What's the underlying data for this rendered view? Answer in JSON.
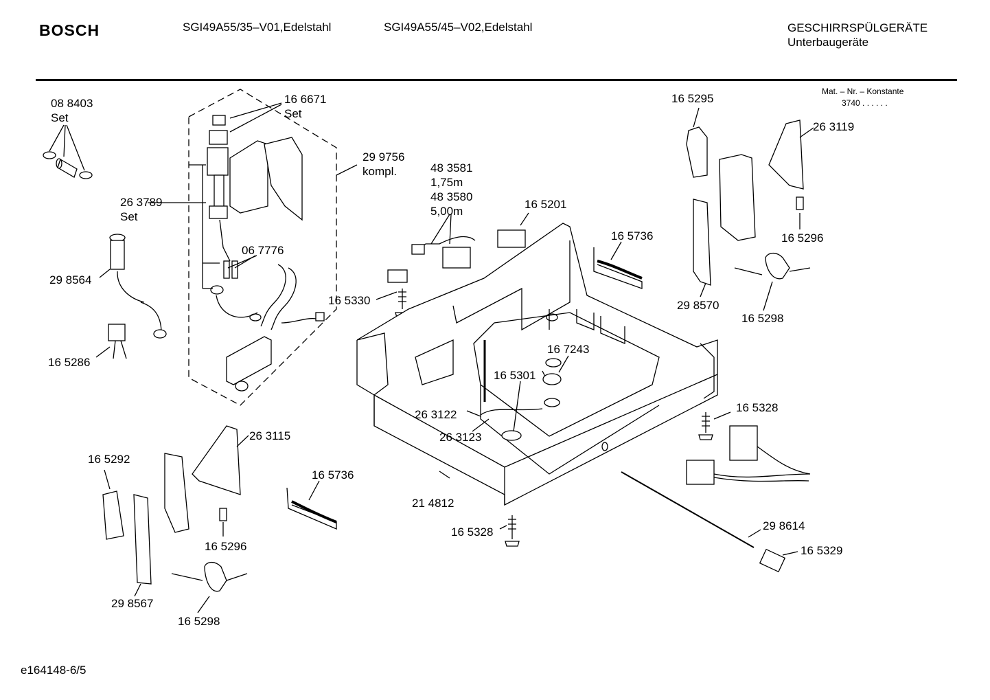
{
  "header": {
    "brand": "BOSCH",
    "model_1": "SGI49A55/35–V01,Edelstahl",
    "model_2": "SGI49A55/45–V02,Edelstahl",
    "category": "GESCHIRRSPÜLGERÄTE",
    "subcategory": "Unterbaugeräte",
    "mat_nr_label": "Mat. – Nr. – Konstante",
    "mat_nr_value": "3740  .  .  .  .  .  ."
  },
  "footer": {
    "doc_id": "e164148-6/5"
  },
  "labels": {
    "p088403": "08 8403",
    "set1": "Set",
    "p166671": "16 6671",
    "set2": "Set",
    "p299756": "29 9756",
    "kompl": "kompl.",
    "p263789": "26 3789",
    "set3": "Set",
    "p067776": "06 7776",
    "p298564": "29 8564",
    "p165286": "16 5286",
    "p483581": "48 3581",
    "len175": "1,75m",
    "p483580": "48 3580",
    "len500": "5,00m",
    "p165201": "16 5201",
    "p165330": "16 5330",
    "p165736a": "16 5736",
    "p165295": "16 5295",
    "p263119": "26 3119",
    "p165296a": "16 5296",
    "p298570": "29 8570",
    "p165298a": "16 5298",
    "p167243": "16 7243",
    "p165301": "16 5301",
    "p263122": "26 3122",
    "p263123": "26 3123",
    "p165328a": "16 5328",
    "p263115": "26 3115",
    "p165292": "16 5292",
    "p165736b": "16 5736",
    "p214812": "21 4812",
    "p165296b": "16 5296",
    "p298567": "29 8567",
    "p165298b": "16 5298",
    "p165328b": "16 5328",
    "p298614": "29 8614",
    "p165329": "16 5329"
  }
}
